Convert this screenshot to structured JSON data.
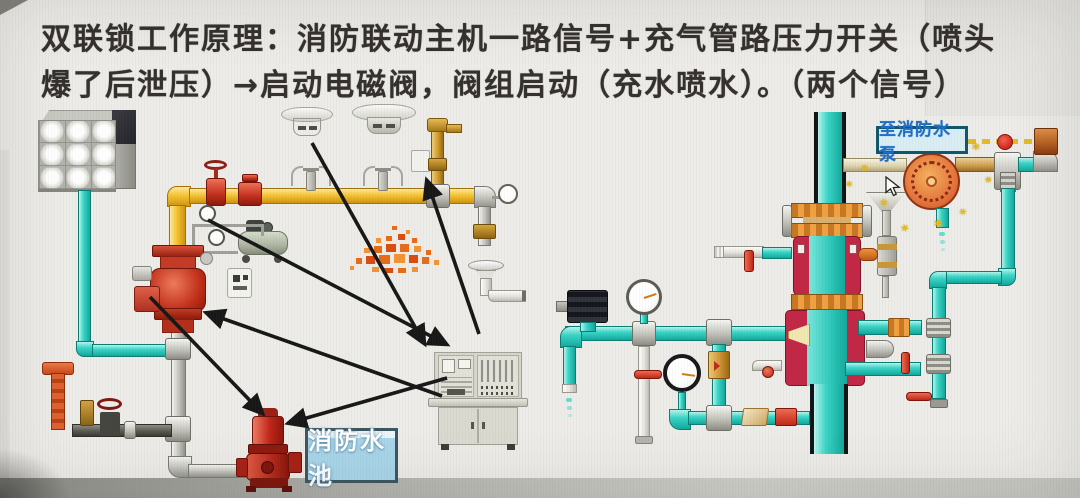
{
  "title": {
    "line1": "双联锁工作原理：消防联动主机一路信号+充气管路压力开关（喷头",
    "line2": "爆了后泄压）→启动电磁阀，阀组启动（充水喷水）。（两个信号）"
  },
  "labels": {
    "fire_water_pool": "消防水池",
    "to_fire_pump": "至消防水泵"
  },
  "icons": {
    "spark": "*",
    "components": [
      "water-tank",
      "smoke-detector",
      "sprinkler-head",
      "flame",
      "air-compressor",
      "manual-call-point",
      "dry-pipe-alarm-valve",
      "pressure-gauge",
      "fire-pump",
      "fire-alarm-console",
      "end-line-test-device",
      "solenoid-valve",
      "deluge-valve",
      "water-motor-alarm-gong",
      "drain-funnel",
      "signal-bell",
      "mouse-cursor",
      "signal-arrow"
    ]
  },
  "colors": {
    "background": "#edece8",
    "pipe_yellow": "#f5c431",
    "pipe_teal": "#3ad6c8",
    "pipe_gray": "#c8c8c2",
    "valve_red": "#c22f1c",
    "deluge_crimson": "#c22746",
    "flange_orange": "#e08a28",
    "pump_red": "#c32d26",
    "arrow_black": "#171717",
    "pool_label_fill": "#a9d6ea",
    "pool_label_border": "#3c5560",
    "pool_label_text": "#ffffff",
    "pump_label_fill": "#d9eef4",
    "pump_label_border": "#10566b",
    "pump_label_text": "#1e6ec8",
    "spark_yellow": "#e3b81c",
    "flame_orange": "#e86c18"
  }
}
